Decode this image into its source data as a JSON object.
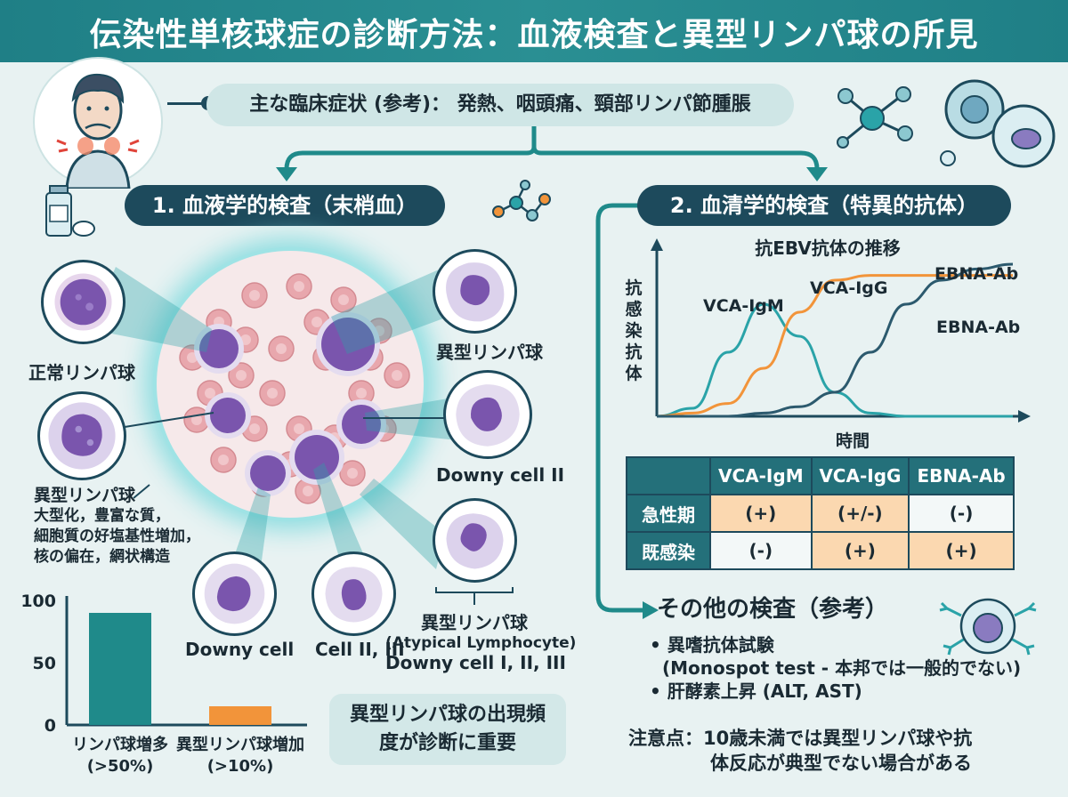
{
  "title": "伝染性単核球症の診断方法：血液検査と異型リンパ球の所見",
  "symptoms": "主な臨床症状 (参考)： 発熱、咽頭痛、頸部リンパ節腫脹",
  "section1": {
    "title": "1. 血液学的検査（末梢血）",
    "labels": {
      "normal": "正常リンパ球",
      "atypical_top": "異型リンパ球",
      "downy2": "Downy cell II",
      "downy": "Downy cell",
      "cell23": "Cell II, III",
      "atypical_line1": "異型リンパ球",
      "atypical_line2": "(Atypical Lymphocyte)",
      "atypical_line3": "Downy cell I, II, III"
    },
    "atypical_desc": [
      "異型リンパ球",
      "大型化，豊富な質，",
      "細胞質の好塩基性増加，",
      "核の偏在，網状構造"
    ],
    "note": [
      "異型リンパ球の出現頻",
      "度が診断に重要"
    ]
  },
  "section2": {
    "title": "2. 血清学的検査（特異的抗体）",
    "table": {
      "headers": [
        "",
        "VCA-IgM",
        "VCA-IgG",
        "EBNA-Ab"
      ],
      "rows": [
        {
          "label": "急性期",
          "cells": [
            "(+)",
            "(+/-)",
            "(-)"
          ]
        },
        {
          "label": "既感染",
          "cells": [
            "(-)",
            "(+)",
            "(+)"
          ]
        }
      ]
    },
    "other": {
      "title": "その他の検査（参考）",
      "items": [
        "• 異嗜抗体試験",
        "(Monospot test - 本邦では一般的でない)",
        "• 肝酵素上昇 (ALT, AST)"
      ]
    },
    "caution": [
      "注意点：10歳未満では異型リンパ球や抗",
      "体反応が典型でない場合がある"
    ]
  },
  "chart_data": [
    {
      "type": "bar",
      "categories": [
        "リンパ球増多\n(>50%)",
        "異型リンパ球増加\n(>10%)"
      ],
      "category_lines": [
        [
          "リンパ球増多",
          "(>50%)"
        ],
        [
          "異型リンパ球増加",
          "(>10%)"
        ]
      ],
      "values": [
        90,
        15
      ],
      "colors": [
        "#1f8a8a",
        "#f2943a"
      ],
      "yticks": [
        0,
        50,
        100
      ],
      "ylim": [
        0,
        100
      ]
    },
    {
      "type": "line",
      "title": "抗EBV抗体の推移",
      "xlabel": "時間",
      "ylabel": "抗感染抗体",
      "series": [
        {
          "name": "VCA-IgM",
          "color": "#2aa3a8",
          "x": [
            0,
            1,
            2,
            3,
            4,
            5,
            6,
            7,
            8,
            9,
            10
          ],
          "y": [
            0,
            5,
            40,
            70,
            50,
            15,
            2,
            0,
            0,
            0,
            0
          ]
        },
        {
          "name": "VCA-IgG",
          "color": "#f2943a",
          "x": [
            0,
            1,
            2,
            3,
            4,
            5,
            6,
            7,
            8,
            9,
            10
          ],
          "y": [
            0,
            2,
            8,
            30,
            65,
            85,
            88,
            88,
            88,
            88,
            88
          ]
        },
        {
          "name": "EBNA-Ab",
          "color": "#2c5a6e",
          "x": [
            0,
            1,
            2,
            3,
            4,
            5,
            6,
            7,
            8,
            9,
            10
          ],
          "y": [
            0,
            0,
            0,
            2,
            6,
            15,
            40,
            70,
            85,
            92,
            95
          ]
        }
      ],
      "annotations": [
        "EBNA-Ab",
        "EBNA-Ab"
      ]
    }
  ]
}
